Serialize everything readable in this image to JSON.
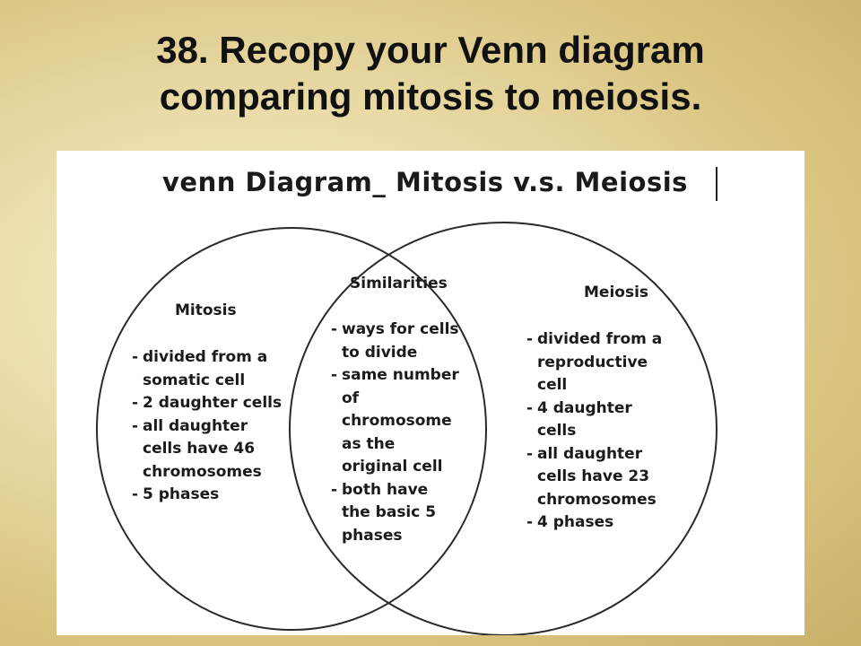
{
  "slide": {
    "title_line1": "38. Recopy your Venn diagram",
    "title_line2": "comparing mitosis to meiosis."
  },
  "venn": {
    "heading": "venn Diagram_ Mitosis v.s. Meiosis",
    "left": {
      "label": "Mitosis",
      "items": [
        [
          "divided from a",
          "somatic cell"
        ],
        [
          "2 daughter cells"
        ],
        [
          "all daughter",
          "cells have 46",
          "chromosomes"
        ],
        [
          "5 phases"
        ]
      ]
    },
    "center": {
      "label": "Similarities",
      "items": [
        [
          "ways for cells",
          "to divide"
        ],
        [
          "same number",
          "of",
          "chromosome",
          "as the",
          "original cell"
        ],
        [
          "both have",
          "the basic 5",
          "phases"
        ]
      ]
    },
    "right": {
      "label": "Meiosis",
      "items": [
        [
          "divided from a",
          "reproductive",
          "cell"
        ],
        [
          "4 daughter",
          "cells"
        ],
        [
          "all daughter",
          "cells have 23",
          "chromosomes"
        ],
        [
          "4 phases"
        ]
      ]
    }
  }
}
